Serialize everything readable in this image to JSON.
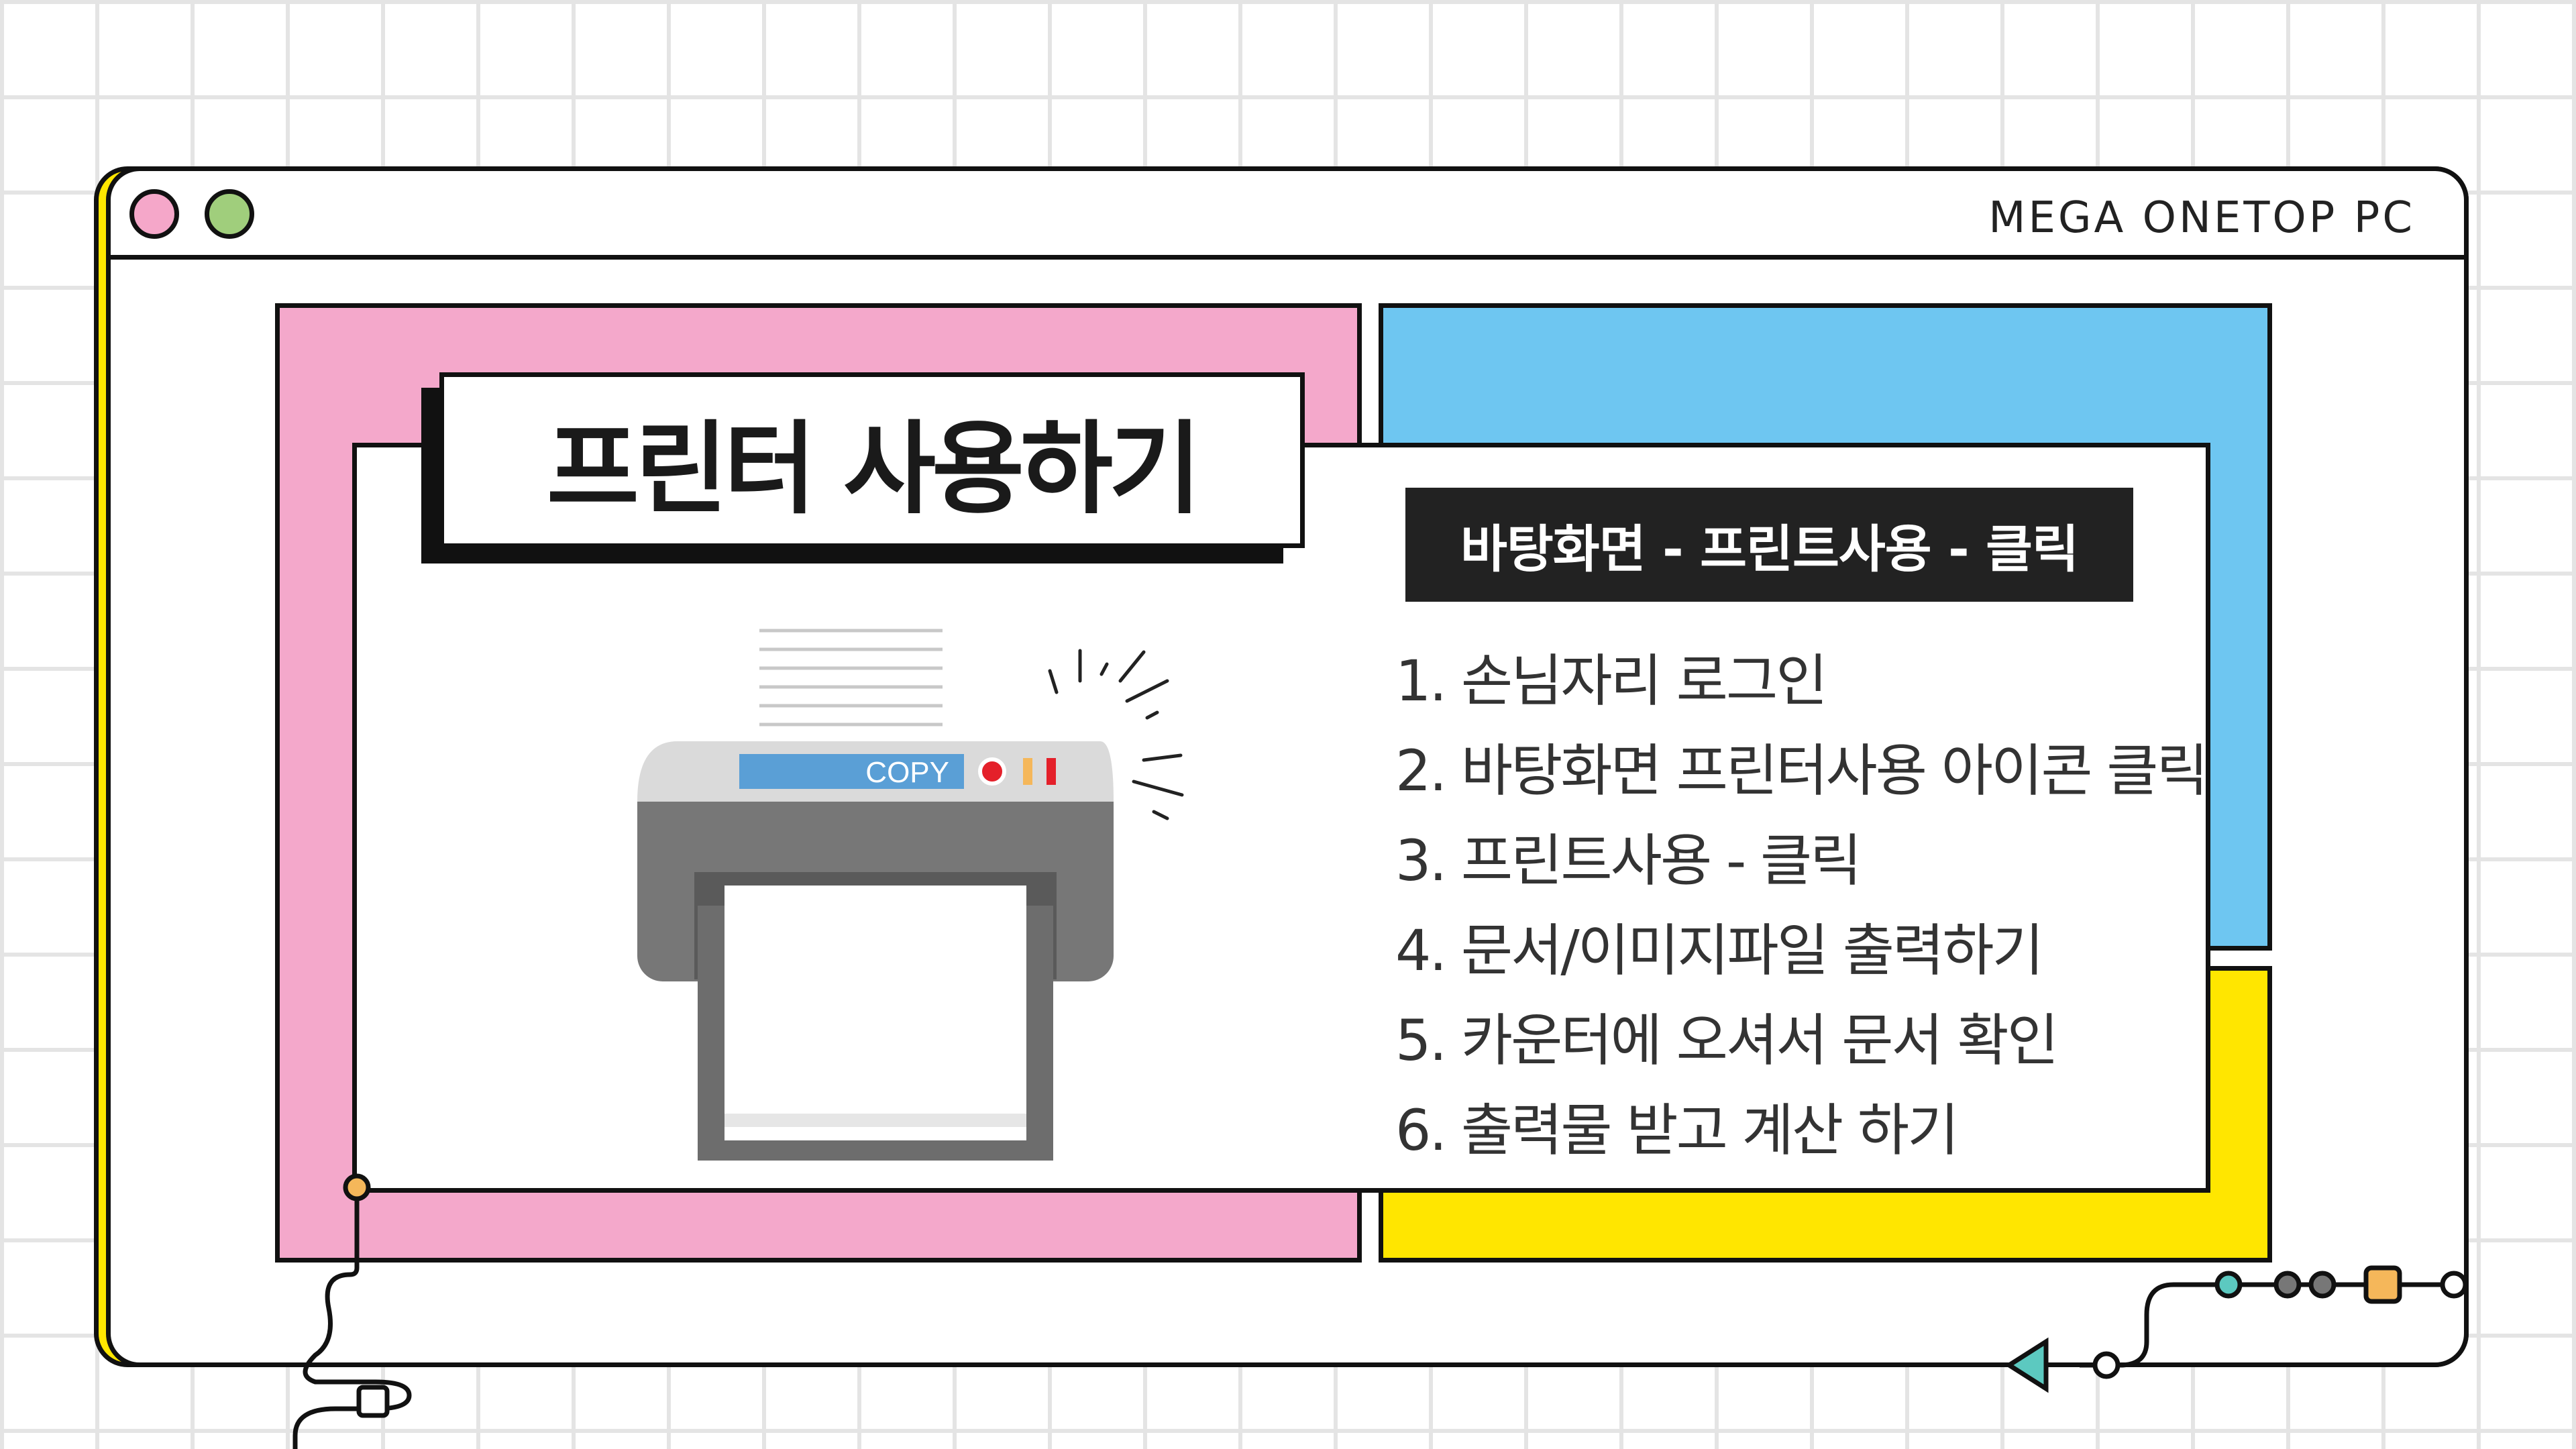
{
  "window": {
    "title": "MEGA ONETOP PC"
  },
  "title": "프린터 사용하기",
  "path": "바탕화면 - 프린트사용 - 클릭",
  "steps": [
    "1. 손님자리 로그인",
    "2. 바탕화면 프린터사용 아이콘 클릭",
    "3. 프린트사용 - 클릭",
    "4. 문서/이미지파일 출력하기",
    "5. 카운터에 오셔서 문서 확인",
    "6. 출력물 받고 계산 하기"
  ],
  "printer": {
    "label": "COPY"
  },
  "colors": {
    "pink": "#f4a8cb",
    "blue": "#6ec6f1",
    "yellow": "#ffe600",
    "green": "#a0ce7c",
    "teal": "#5cc9c0",
    "orange": "#f5b75a",
    "dark": "#111111"
  },
  "icons": [
    "printer-icon",
    "window-close-dot",
    "window-minimize-dot",
    "triangle-arrow-icon"
  ]
}
